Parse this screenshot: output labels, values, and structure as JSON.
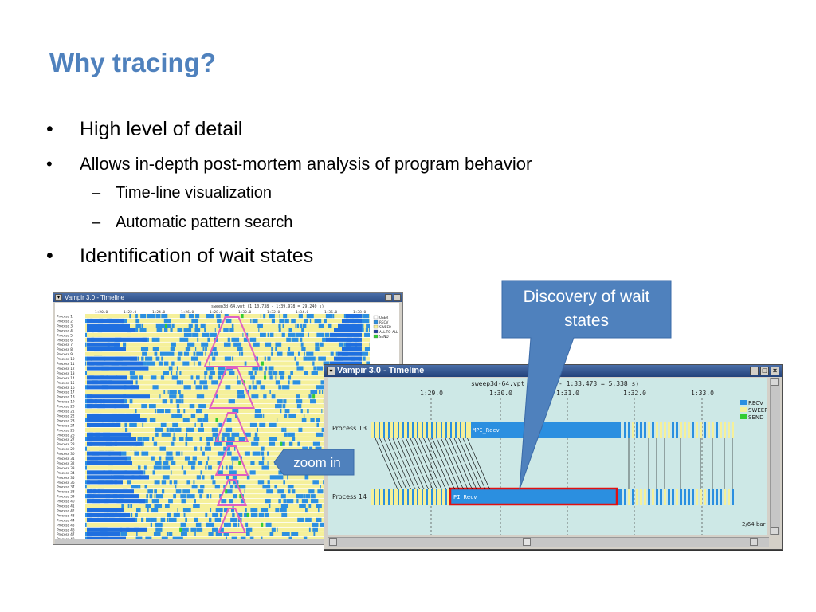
{
  "slide": {
    "title": "Why tracing?",
    "bullets": [
      {
        "mark": "•",
        "text": "High level of detail"
      },
      {
        "mark": "•",
        "text": "Allows in-depth post-mortem analysis of program behavior"
      },
      {
        "mark": "–",
        "text": "Time-line visualization"
      },
      {
        "mark": "–",
        "text": "Automatic pattern search"
      },
      {
        "mark": "•",
        "text": "Identification of wait states"
      }
    ]
  },
  "callout": {
    "text": "Discovery of wait states",
    "color": "#4f81bd"
  },
  "zoom_arrow": {
    "text": "zoom in",
    "color": "#4f81bd"
  },
  "overview_window": {
    "title": "Vampir 3.0 - Timeline",
    "subtitle": "sweep3d-64.vpt  (1:10.738 - 1:39.978 = 29.240 s)",
    "ticks": [
      "1:20.0",
      "1:22.0",
      "1:24.0",
      "1:26.0",
      "1:28.0",
      "1:30.0",
      "1:32.0",
      "1:34.0",
      "1:36.0",
      "1:38.0"
    ],
    "process_count": 48,
    "legend": [
      "USER",
      "RECV",
      "SWEEP",
      "ALL-TO-ALL",
      "SEND"
    ],
    "highlight_color": "#e060c0"
  },
  "zoom_window": {
    "title": "Vampir 3.0 - Timeline",
    "subtitle": "sweep3d-64.vpt (",
    "subtitle_end": "- 1:33.473 = 5.338 s)",
    "ticks": [
      "1:29.0",
      "1:30.0",
      "1:31.0",
      "1:32.0",
      "1:33.0"
    ],
    "processes": [
      "Process 13",
      "Process 14"
    ],
    "recv_label_13": "MPI_Recv",
    "recv_label_14": "PI_Recv",
    "legend": [
      {
        "label": "RECV",
        "color": "#2b8fe0"
      },
      {
        "label": "SWEEP",
        "color": "#f5f09a"
      },
      {
        "label": "SEND",
        "color": "#33cc33"
      }
    ],
    "status": "2/64 bar",
    "highlight_color": "#e01010"
  },
  "colors": {
    "title": "#4f81bd",
    "recv": "#2b8fe0",
    "sweep": "#f5f09a",
    "send": "#33cc33",
    "bg_teal": "#cde8e6"
  }
}
